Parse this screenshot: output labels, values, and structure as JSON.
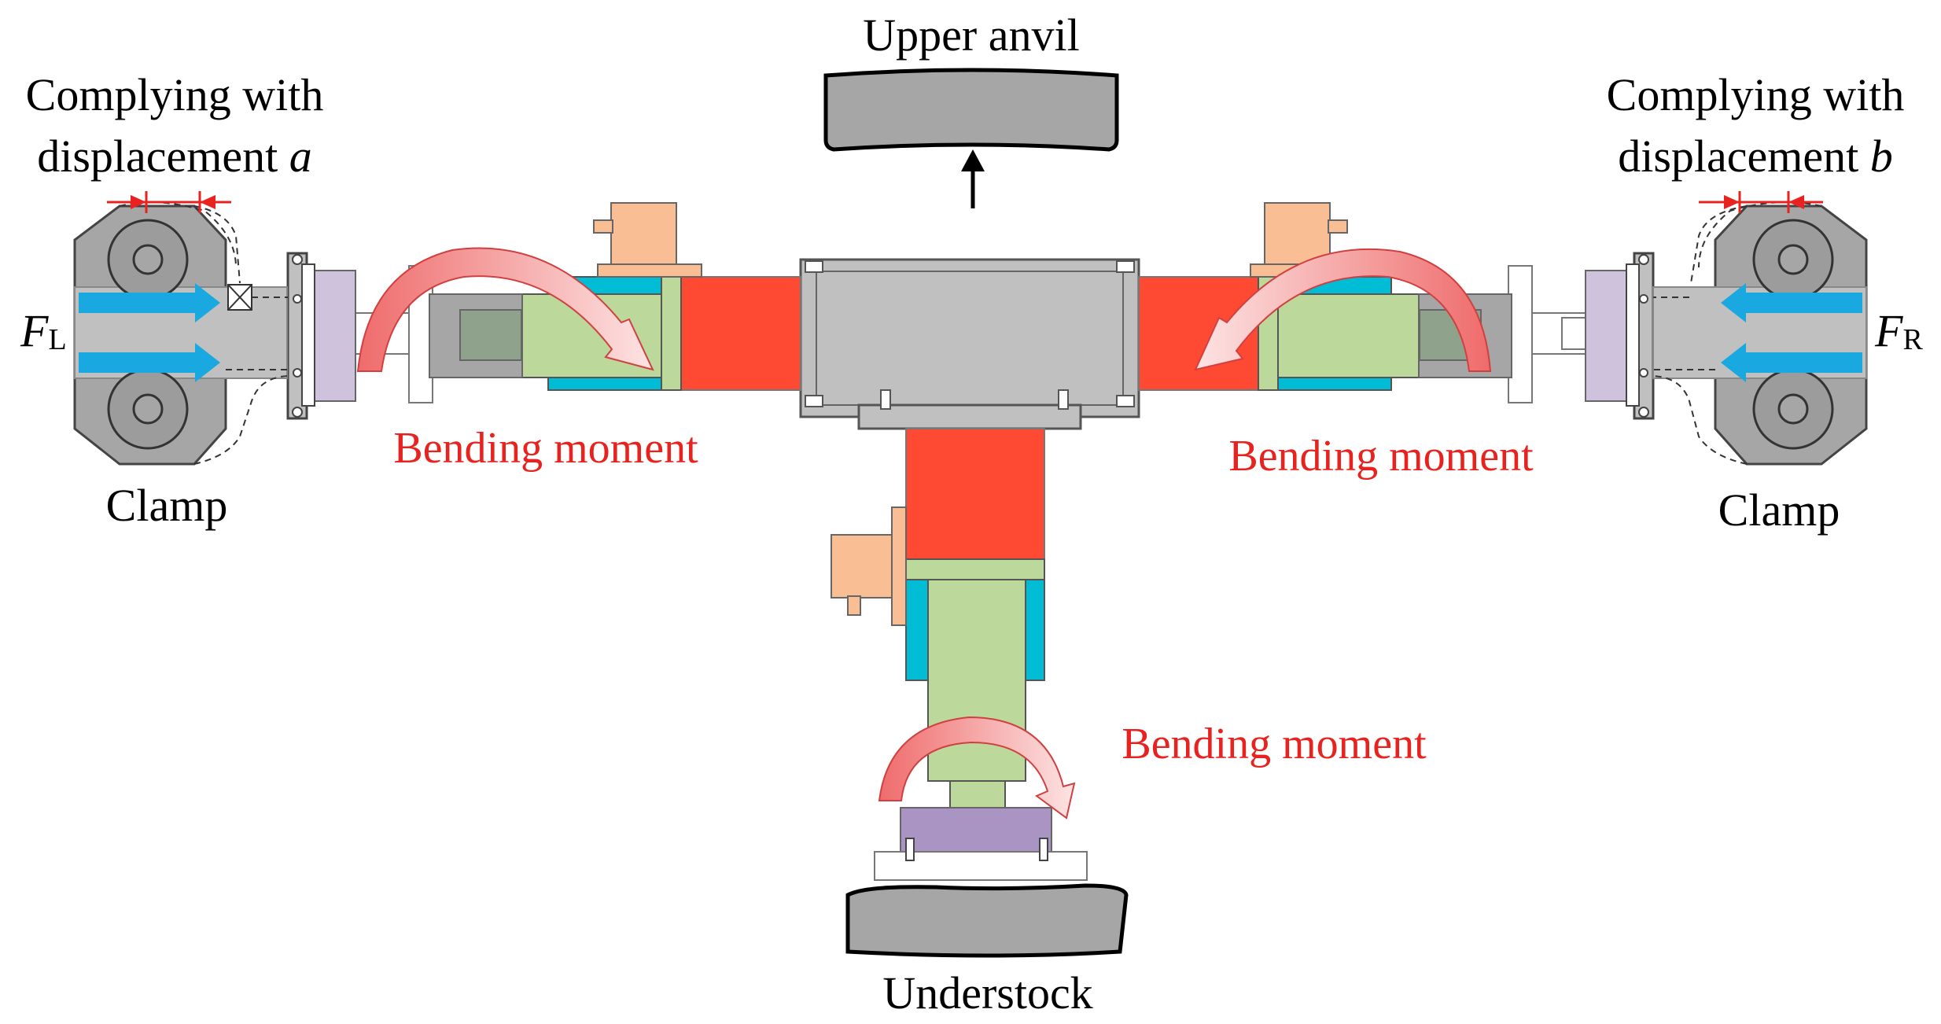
{
  "labels": {
    "upper_anvil": "Upper anvil",
    "understock": "Understock",
    "clamp_left": "Clamp",
    "clamp_right": "Clamp",
    "comply_left_line1": "Complying with",
    "comply_left_line2": "displacement ",
    "comply_left_var": "a",
    "comply_right_line1": "Complying with",
    "comply_right_line2": "displacement ",
    "comply_right_var": "b",
    "force_left_symbol": "F",
    "force_left_subscript": "L",
    "force_right_symbol": "F",
    "force_right_subscript": "R",
    "moment_left": "Bending moment",
    "moment_right": "Bending moment",
    "moment_bottom": "Bending moment"
  },
  "colors": {
    "moment_text": "#e8221f",
    "die_red": "#ff4a33",
    "punch_green": "#bdd89b",
    "guide_cyan": "#00bcd4",
    "housing_gray": "#a6a6a6",
    "body_gray": "#c0c0c0",
    "mount_orange": "#f9be94",
    "pad_lilac": "#cfc2dc",
    "pad_purple": "#aa94c4",
    "arrow_blue": "#19a8e0",
    "dimension_red": "#e8221f"
  }
}
